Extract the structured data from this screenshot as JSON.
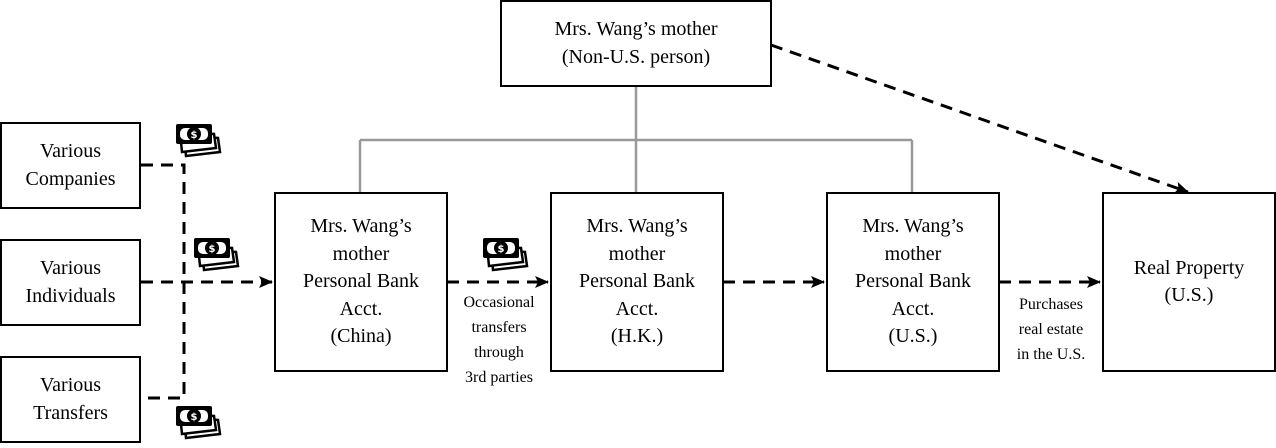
{
  "nodes": {
    "mother_top": [
      "Mrs. Wang’s mother",
      "(Non-U.S. person)"
    ],
    "various_companies": [
      "Various",
      "Companies"
    ],
    "various_individuals": [
      "Various",
      "Individuals"
    ],
    "various_transfers": [
      "Various",
      "Transfers"
    ],
    "acct_china": [
      "Mrs. Wang’s",
      "mother",
      "Personal Bank",
      "Acct.",
      "(China)"
    ],
    "acct_hk": [
      "Mrs. Wang’s",
      "mother",
      "Personal Bank",
      "Acct.",
      "(H.K.)"
    ],
    "acct_us": [
      "Mrs. Wang’s",
      "mother",
      "Personal Bank",
      "Acct.",
      "(U.S.)"
    ],
    "real_property": [
      "Real Property",
      "(U.S.)"
    ]
  },
  "edge_labels": {
    "china_to_hk": [
      "Occasional",
      "transfers",
      "through",
      "3rd parties"
    ],
    "us_to_property": [
      "Purchases",
      "real estate",
      "in the U.S."
    ]
  },
  "icons": {
    "money": "money-stack-icon"
  },
  "colors": {
    "box_border": "#000000",
    "ownership_line": "#999999",
    "flow_line": "#000000"
  }
}
